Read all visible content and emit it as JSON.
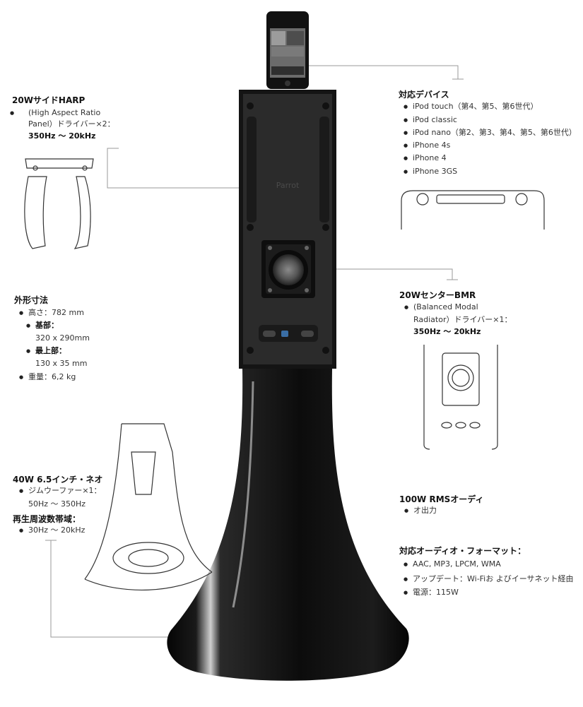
{
  "harp": {
    "title": "20WサイドHARP",
    "line1": "(High Aspect Ratio",
    "line2": "Panel）ドライバー×2：",
    "line3": "350Hz 〜 20kHz"
  },
  "dimensions": {
    "title": "外形寸法",
    "height": "高さ：782 mm",
    "base_label": "基部：",
    "base_value": "320 x 290mm",
    "top_label": "最上部：",
    "top_value": "130 x 35 mm",
    "weight": "重量：6,2 kg"
  },
  "woofer": {
    "title": "40W 6.5インチ・ネオ",
    "line1": "ジムウーファー×1：",
    "line2": "50Hz 〜 350Hz",
    "freq_title": "再生周波数帯域：",
    "freq_value": "30Hz 〜 20kHz"
  },
  "devices": {
    "title": "対応デバイス",
    "items": [
      "iPod touch（第4、第5、第6世代）",
      "iPod classic",
      "iPod nano（第2、第3、第4、第5、第6世代）",
      "iPhone 4s",
      "iPhone 4",
      "iPhone 3GS"
    ]
  },
  "bmr": {
    "title": "20WセンターBMR",
    "line1": "(Balanced Modal",
    "line2": "Radiator）ドライバー×1：",
    "line3": "350Hz 〜 20kHz"
  },
  "rms": {
    "title": "100W RMSオーディ",
    "line1": "オ出力"
  },
  "formats": {
    "title": "対応オーディオ・フォーマット：",
    "items": [
      "AAC, MP3, LPCM, WMA",
      "アップデート：Wi-Fiお よびイーサネット経由",
      "電源：115W"
    ]
  },
  "product": {
    "brand": "Parrot"
  }
}
